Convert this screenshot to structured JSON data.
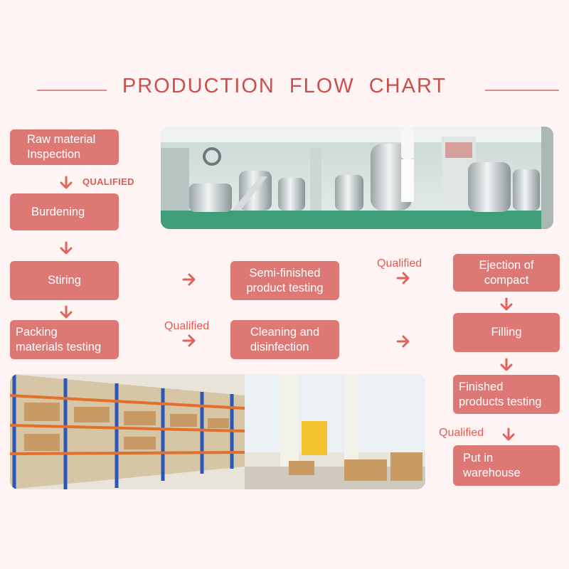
{
  "title": "PRODUCTION FLOW CHART",
  "steps": {
    "raw_material": [
      "Raw material",
      "Inspection"
    ],
    "burdening": "Burdening",
    "stiring": "Stiring",
    "packing": [
      "Packing",
      "materials testing"
    ],
    "semi_finished": [
      "Semi-finished",
      "product testing"
    ],
    "cleaning": [
      "Cleaning and",
      "disinfection"
    ],
    "ejection": [
      "Ejection of",
      "compact"
    ],
    "filling": "Filling",
    "finished": [
      "Finished",
      "products testing"
    ],
    "warehouse": [
      "Put in",
      "warehouse"
    ]
  },
  "labels": {
    "qualified_caps": "QUALIFIED",
    "qualified_1": "Qualified",
    "qualified_2": "Qualified",
    "qualified_3": "Qualified"
  },
  "colors": {
    "box": "#dd7875",
    "accent": "#e15c55",
    "arrow": "#e2625c",
    "title": "#c8504d"
  },
  "photos": {
    "factory": "factory-mixing-tanks-photo",
    "warehouse": "warehouse-shelving-photo"
  }
}
